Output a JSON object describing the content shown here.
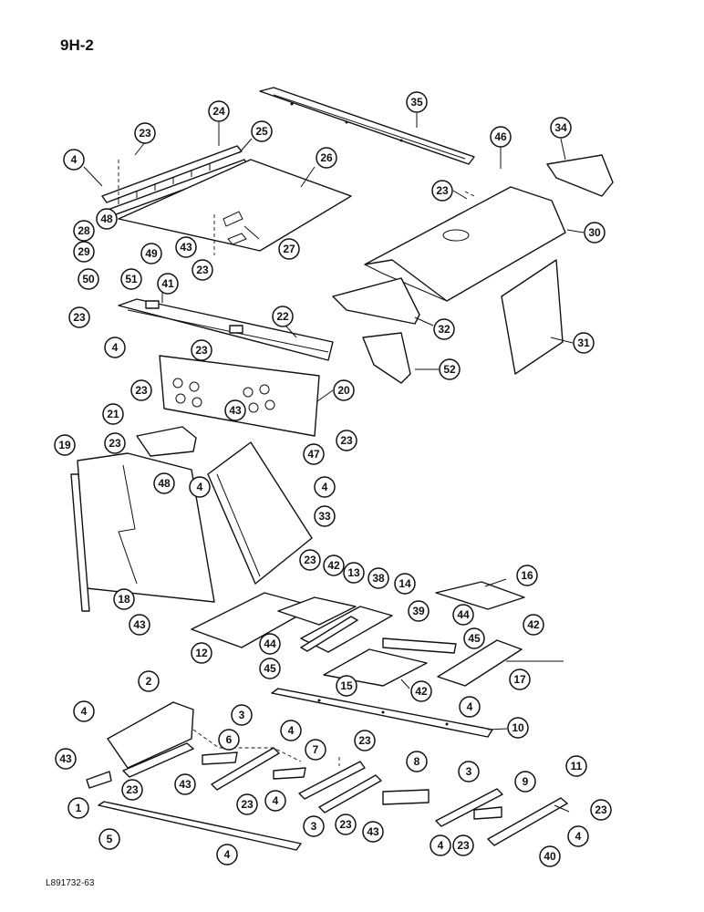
{
  "page_code": "9H-2",
  "drawing_code": "L891732-63",
  "callouts": [
    {
      "label": "35"
    },
    {
      "label": "24"
    },
    {
      "label": "25"
    },
    {
      "label": "23"
    },
    {
      "label": "4"
    },
    {
      "label": "26"
    },
    {
      "label": "46"
    },
    {
      "label": "34"
    },
    {
      "label": "23"
    },
    {
      "label": "30"
    },
    {
      "label": "48"
    },
    {
      "label": "28"
    },
    {
      "label": "49"
    },
    {
      "label": "43"
    },
    {
      "label": "27"
    },
    {
      "label": "29"
    },
    {
      "label": "50"
    },
    {
      "label": "51"
    },
    {
      "label": "23"
    },
    {
      "label": "41"
    },
    {
      "label": "23"
    },
    {
      "label": "22"
    },
    {
      "label": "32"
    },
    {
      "label": "4"
    },
    {
      "label": "23"
    },
    {
      "label": "52"
    },
    {
      "label": "31"
    },
    {
      "label": "20"
    },
    {
      "label": "23"
    },
    {
      "label": "43"
    },
    {
      "label": "21"
    },
    {
      "label": "23"
    },
    {
      "label": "47"
    },
    {
      "label": "23"
    },
    {
      "label": "19"
    },
    {
      "label": "48"
    },
    {
      "label": "4"
    },
    {
      "label": "4"
    },
    {
      "label": "33"
    },
    {
      "label": "23"
    },
    {
      "label": "42"
    },
    {
      "label": "13"
    },
    {
      "label": "38"
    },
    {
      "label": "14"
    },
    {
      "label": "16"
    },
    {
      "label": "18"
    },
    {
      "label": "43"
    },
    {
      "label": "12"
    },
    {
      "label": "44"
    },
    {
      "label": "39"
    },
    {
      "label": "44"
    },
    {
      "label": "42"
    },
    {
      "label": "45"
    },
    {
      "label": "45"
    },
    {
      "label": "17"
    },
    {
      "label": "15"
    },
    {
      "label": "42"
    },
    {
      "label": "2"
    },
    {
      "label": "4"
    },
    {
      "label": "10"
    },
    {
      "label": "4"
    },
    {
      "label": "3"
    },
    {
      "label": "4"
    },
    {
      "label": "6"
    },
    {
      "label": "7"
    },
    {
      "label": "23"
    },
    {
      "label": "8"
    },
    {
      "label": "43"
    },
    {
      "label": "23"
    },
    {
      "label": "43"
    },
    {
      "label": "23"
    },
    {
      "label": "4"
    },
    {
      "label": "3"
    },
    {
      "label": "9"
    },
    {
      "label": "11"
    },
    {
      "label": "1"
    },
    {
      "label": "3"
    },
    {
      "label": "23"
    },
    {
      "label": "43"
    },
    {
      "label": "23"
    },
    {
      "label": "5"
    },
    {
      "label": "4"
    },
    {
      "label": "23"
    },
    {
      "label": "4"
    },
    {
      "label": "4"
    },
    {
      "label": "40"
    }
  ]
}
